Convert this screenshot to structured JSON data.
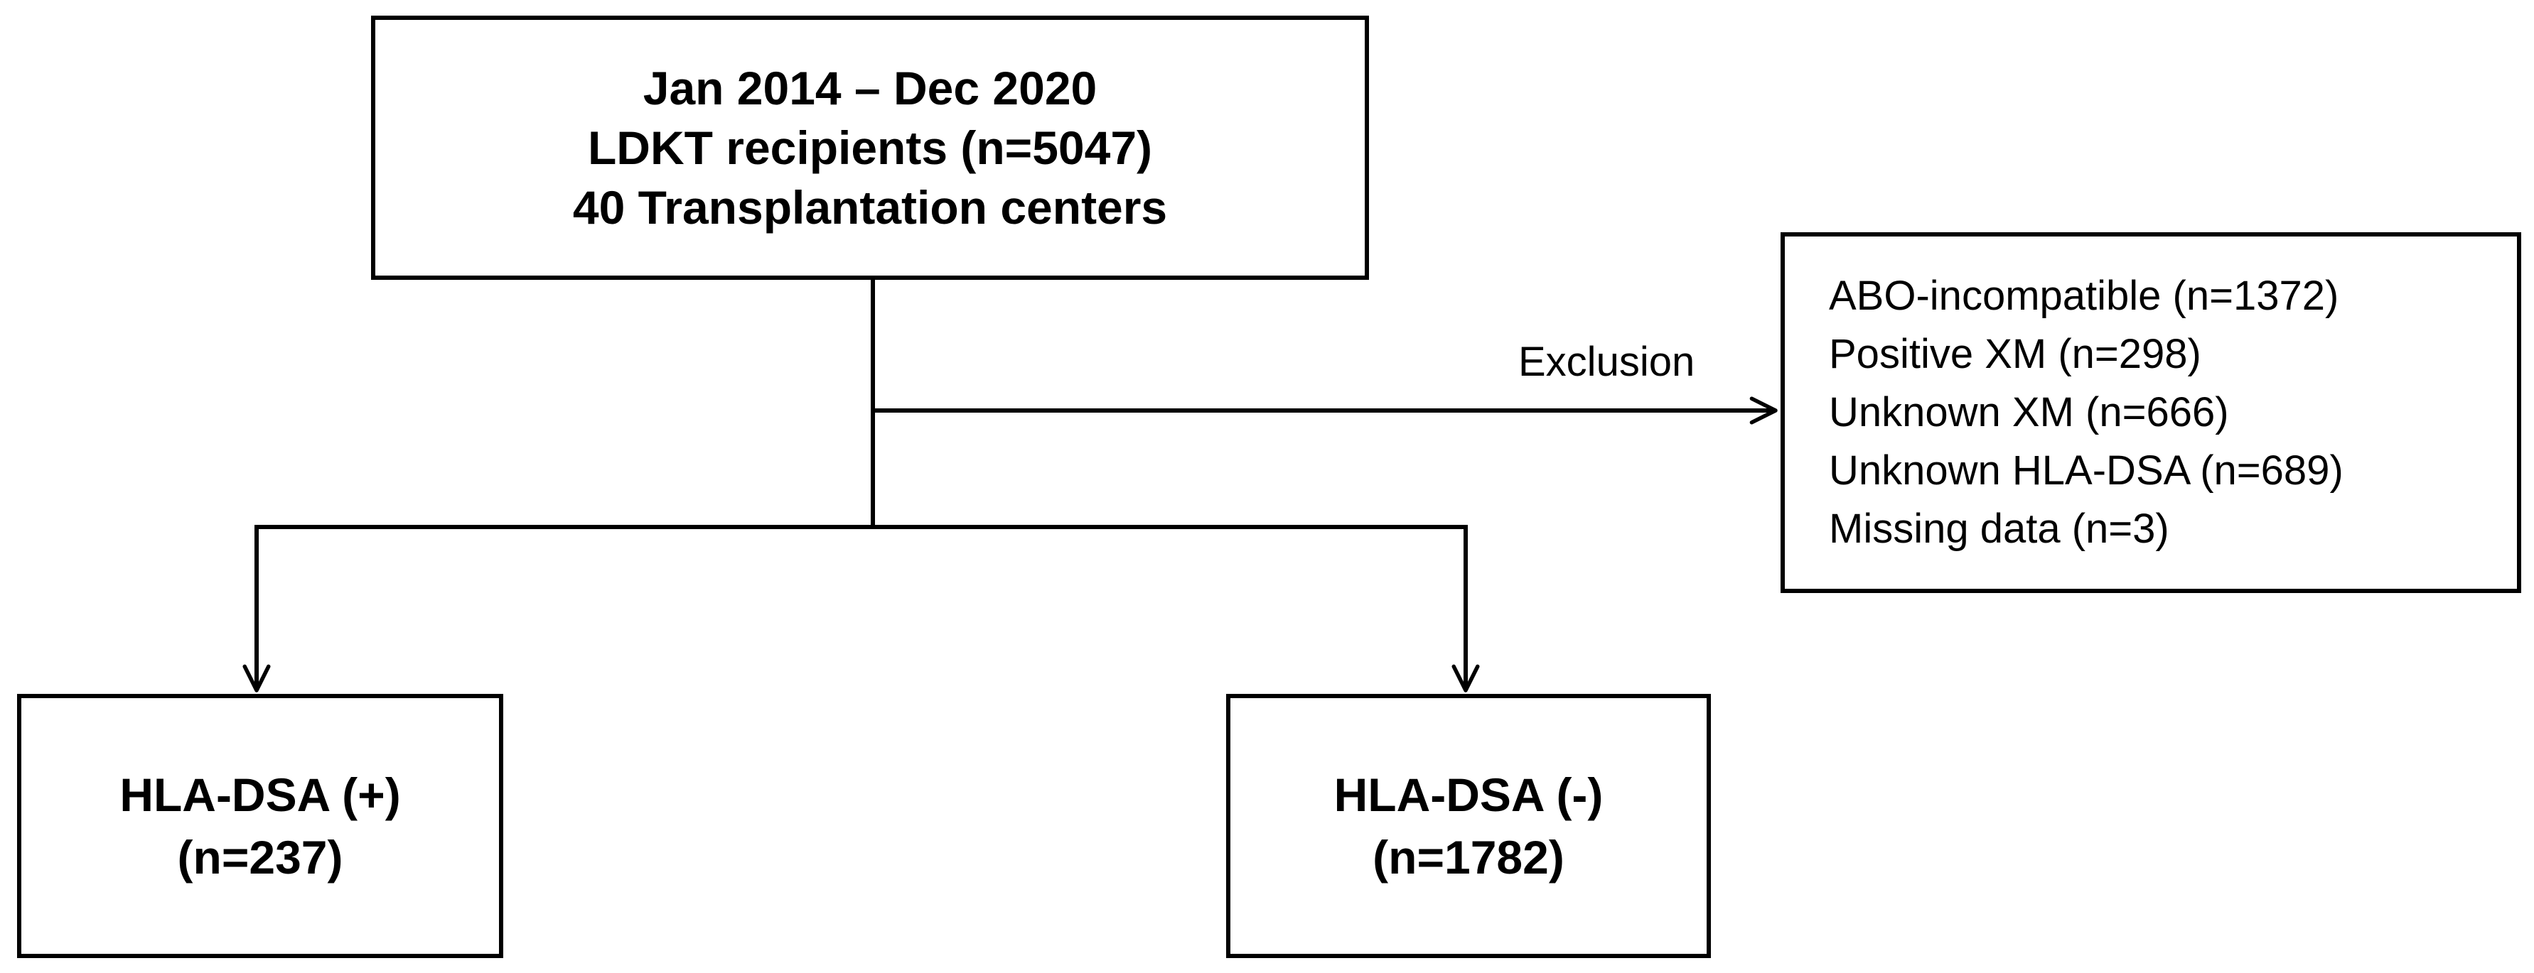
{
  "colors": {
    "stroke": "#000000",
    "background": "#ffffff"
  },
  "source_box": {
    "lines": [
      "Jan 2014 – Dec 2020",
      "LDKT recipients (n=5047)",
      "40 Transplantation centers"
    ]
  },
  "exclusion": {
    "label": "Exclusion",
    "items": [
      "ABO-incompatible (n=1372)",
      "Positive XM (n=298)",
      "Unknown XM (n=666)",
      "Unknown HLA-DSA (n=689)",
      "Missing data (n=3)"
    ]
  },
  "groups": [
    {
      "name": "HLA-DSA (+)",
      "count": "(n=237)"
    },
    {
      "name": "HLA-DSA (-)",
      "count": "(n=1782)"
    }
  ]
}
